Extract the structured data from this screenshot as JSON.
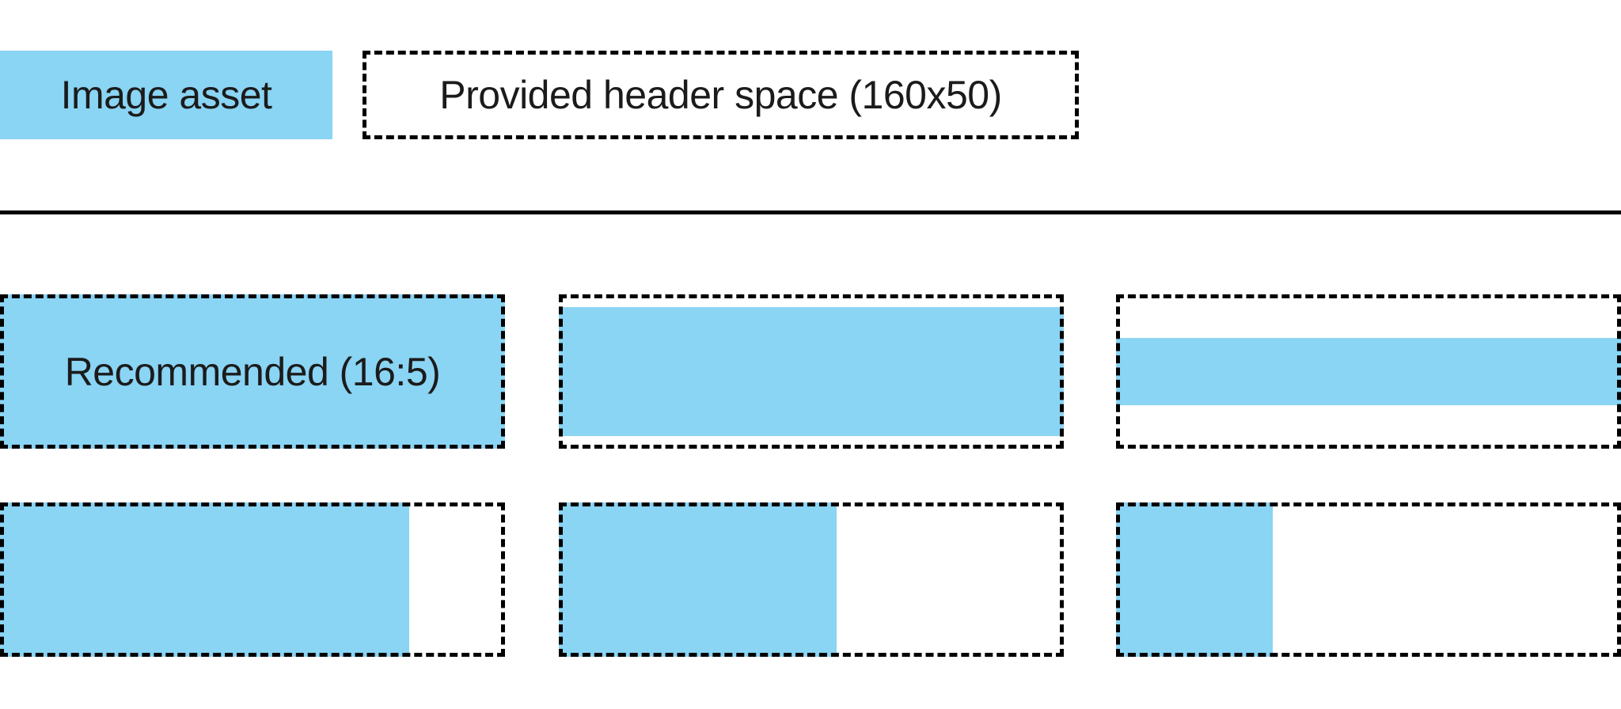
{
  "colors": {
    "asset_blue": "#8AD4F4",
    "outline_black": "#000000",
    "text_dark": "#1B1B1B"
  },
  "legend": {
    "asset_label": "Image asset",
    "header_space_label": "Provided header space (160x50)"
  },
  "examples": {
    "cells": [
      {
        "name": "recommended-16-5",
        "label": "Recommended (16:5)",
        "fill": {
          "width_pct": 100,
          "height_pct": 100,
          "halign": "left",
          "valign": "middle"
        }
      },
      {
        "name": "full-width-shorter",
        "label": "",
        "fill": {
          "width_pct": 100,
          "height_pct": 84,
          "halign": "left",
          "valign": "middle"
        }
      },
      {
        "name": "full-width-strip",
        "label": "",
        "fill": {
          "width_pct": 100,
          "height_pct": 44,
          "halign": "left",
          "valign": "middle"
        }
      },
      {
        "name": "full-height-wide",
        "label": "",
        "fill": {
          "width_pct": 81,
          "height_pct": 100,
          "halign": "left",
          "valign": "middle"
        }
      },
      {
        "name": "full-height-half",
        "label": "",
        "fill": {
          "width_pct": 55,
          "height_pct": 100,
          "halign": "left",
          "valign": "middle"
        }
      },
      {
        "name": "full-height-square",
        "label": "",
        "fill": {
          "width_pct": 31,
          "height_pct": 100,
          "halign": "left",
          "valign": "middle"
        }
      }
    ]
  }
}
